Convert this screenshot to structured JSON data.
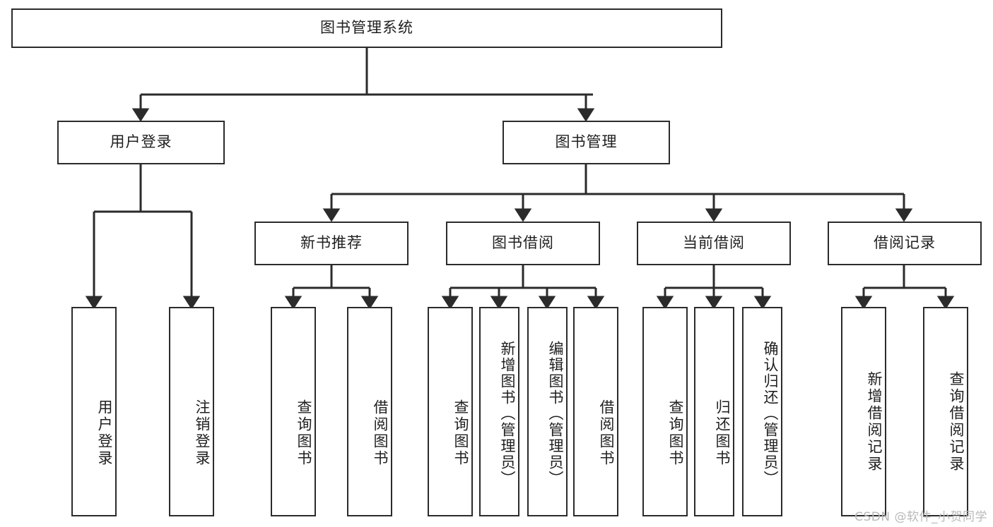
{
  "diagram": {
    "type": "tree-hierarchy",
    "title": "图书管理系统",
    "watermark": "CSDN @软件_小贺同学",
    "colors": {
      "stroke": "#2b2b2b",
      "fill": "#ffffff",
      "text": "#1f1f1f",
      "watermark": "#b9b9b9"
    },
    "nodes": {
      "root": {
        "label": "图书管理系统"
      },
      "level2": [
        {
          "id": "user-login",
          "label": "用户登录"
        },
        {
          "id": "book-management",
          "label": "图书管理"
        }
      ],
      "level3": [
        {
          "id": "new-book-recommend",
          "label": "新书推荐"
        },
        {
          "id": "book-borrow",
          "label": "图书借阅"
        },
        {
          "id": "current-borrow",
          "label": "当前借阅"
        },
        {
          "id": "borrow-record",
          "label": "借阅记录"
        }
      ],
      "leaves": [
        {
          "id": "leaf-user-login",
          "label": "用户登录",
          "parent": "user-login"
        },
        {
          "id": "leaf-logout-login",
          "label": "注销登录",
          "parent": "user-login"
        },
        {
          "id": "leaf-query-book-1",
          "label": "查询图书",
          "parent": "new-book-recommend"
        },
        {
          "id": "leaf-borrow-book-1",
          "label": "借阅图书",
          "parent": "new-book-recommend"
        },
        {
          "id": "leaf-query-book-2",
          "label": "查询图书",
          "parent": "book-borrow"
        },
        {
          "id": "leaf-add-book",
          "label": "新增图书（管理员）",
          "parent": "book-borrow"
        },
        {
          "id": "leaf-edit-book",
          "label": "编辑图书（管理员）",
          "parent": "book-borrow"
        },
        {
          "id": "leaf-borrow-book-2",
          "label": "借阅图书",
          "parent": "book-borrow"
        },
        {
          "id": "leaf-query-book-3",
          "label": "查询图书",
          "parent": "current-borrow"
        },
        {
          "id": "leaf-return-book",
          "label": "归还图书",
          "parent": "current-borrow"
        },
        {
          "id": "leaf-confirm-return",
          "label": "确认归还（管理员）",
          "parent": "current-borrow"
        },
        {
          "id": "leaf-add-record",
          "label": "新增借阅记录",
          "parent": "borrow-record"
        },
        {
          "id": "leaf-query-record",
          "label": "查询借阅记录",
          "parent": "borrow-record"
        }
      ]
    }
  }
}
